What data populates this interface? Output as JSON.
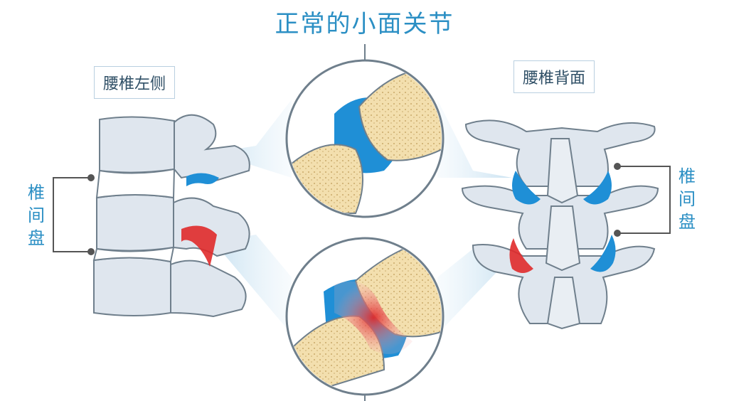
{
  "title": "正常的小面关节",
  "left_panel": {
    "tag": "腰椎左侧",
    "disc_label": [
      "椎",
      "间",
      "盘"
    ]
  },
  "right_panel": {
    "tag": "腰椎背面",
    "disc_label": [
      "椎",
      "间",
      "盘"
    ]
  },
  "colors": {
    "accent": "#2b8fc4",
    "bone_gray": "#dfe6ee",
    "outline": "#6f7f8c",
    "cartilage_blue": "#1f8fd6",
    "inflamed_red": "#e02a2a",
    "bone_marrow": "#f3dfae"
  }
}
